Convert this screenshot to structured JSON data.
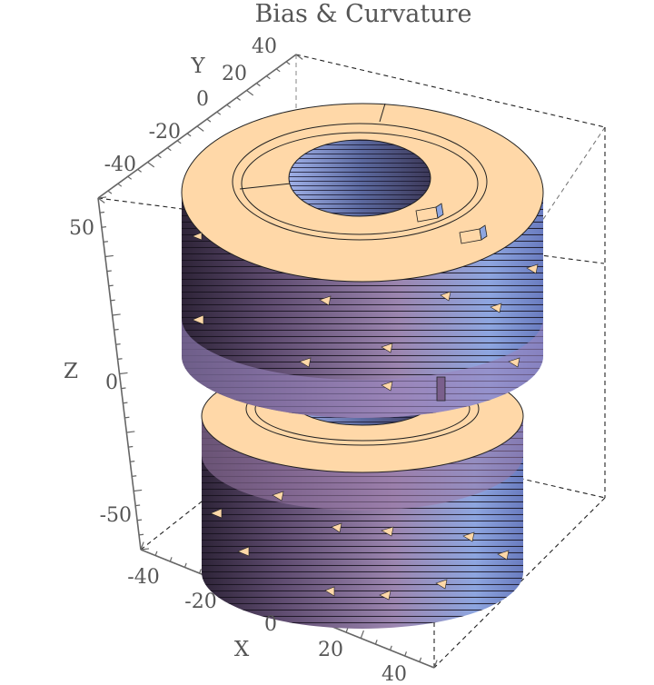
{
  "title": "Bias & Curvature",
  "axes": {
    "x": {
      "label": "X",
      "ticks": [
        "-40",
        "-20",
        "0",
        "20",
        "40"
      ]
    },
    "y": {
      "label": "Y",
      "ticks": [
        "-40",
        "-20",
        "0",
        "20",
        "40"
      ]
    },
    "z": {
      "label": "Z",
      "ticks": [
        "-50",
        "0",
        "50"
      ]
    }
  },
  "colors": {
    "axis": "#666666",
    "box": "#222222",
    "top_face": "#ffd8a8",
    "side_dark": "#4a3a5c",
    "side_mid": "#8e7aa0",
    "side_light": "#8ea6e0",
    "inner_bore": "#6f7fb3"
  }
}
